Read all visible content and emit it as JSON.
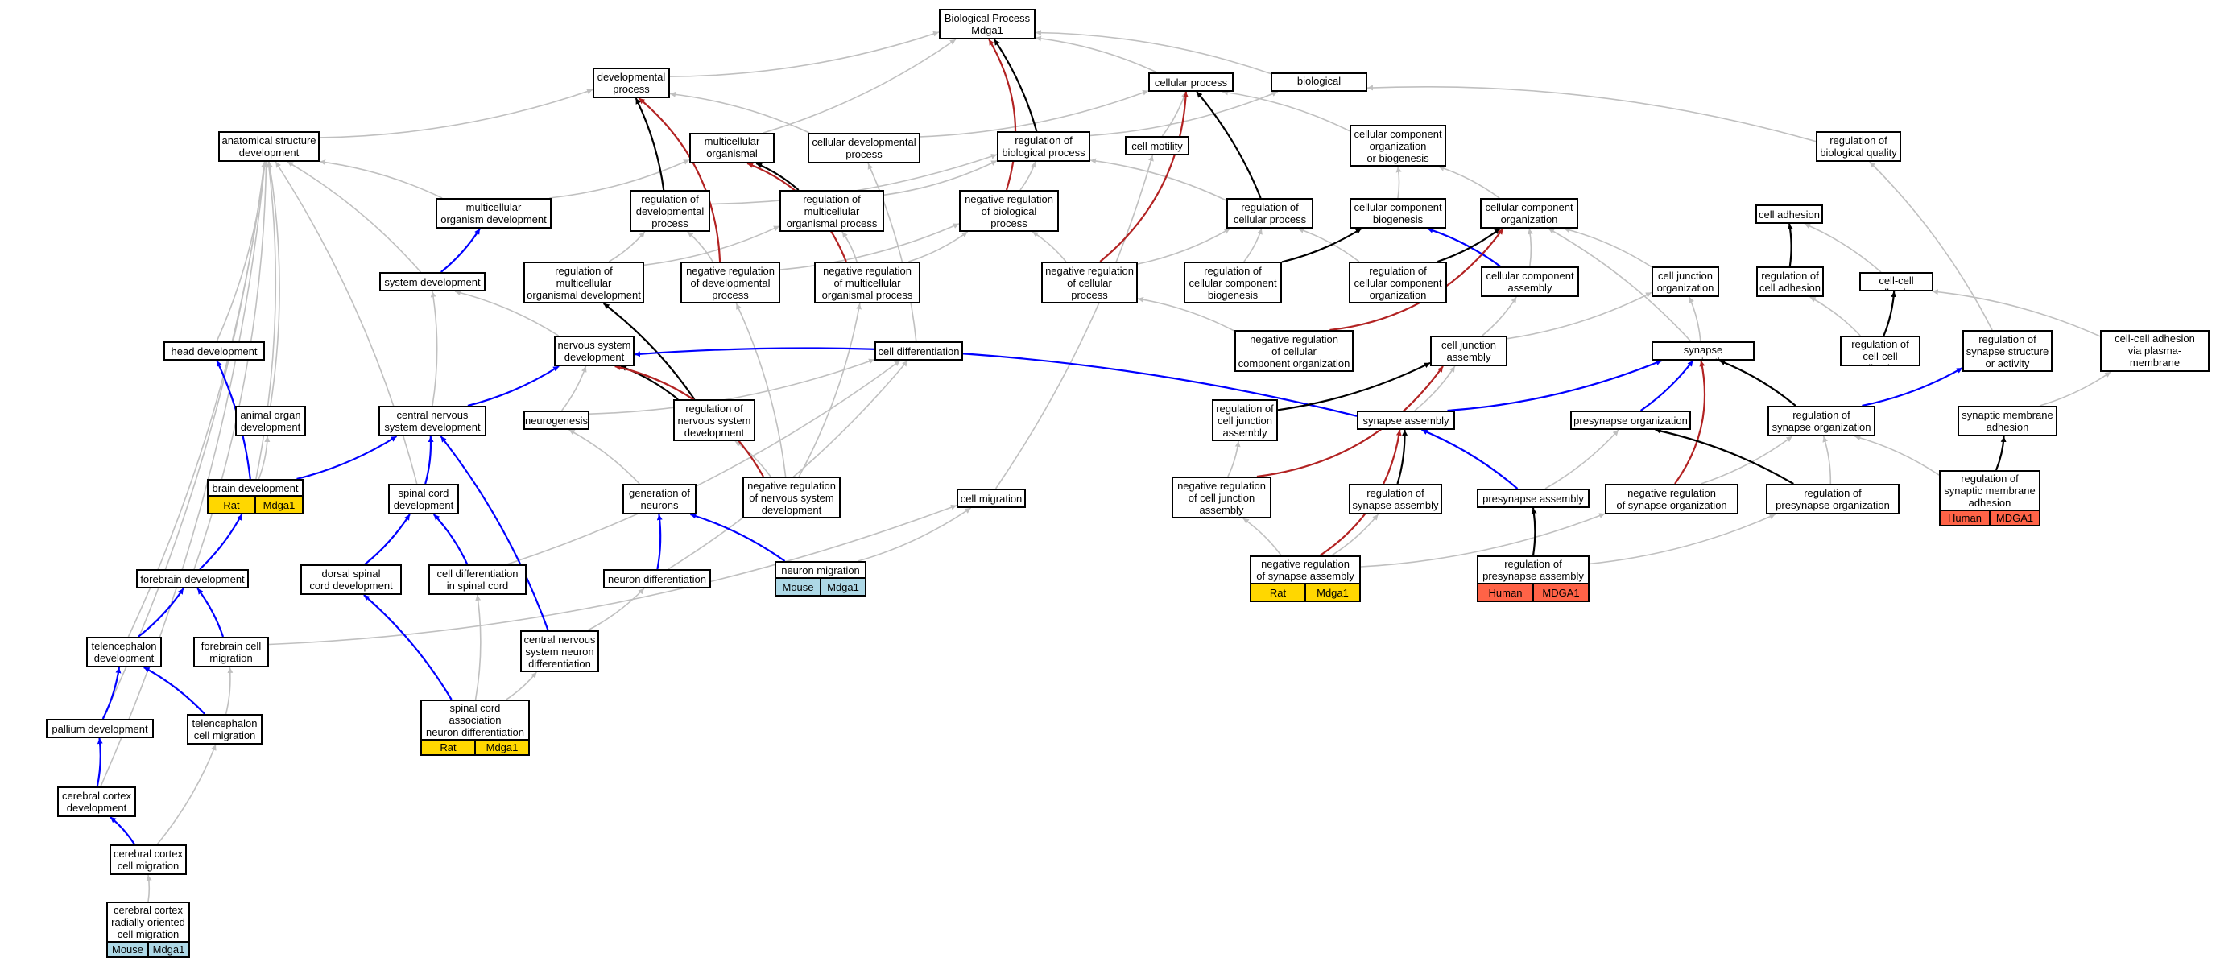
{
  "colors": {
    "gray": "#c0c0c0",
    "black": "#000000",
    "blue": "#0000ff",
    "red": "#b22222",
    "Rat": "#ffd700",
    "Mouse": "#add8e6",
    "Human": "#ff6347"
  },
  "nodes": [
    {
      "id": "bp",
      "text": "Biological Process\nMdga1"
    },
    {
      "id": "dp",
      "text": "developmental\nprocess"
    },
    {
      "id": "cp",
      "text": "cellular process"
    },
    {
      "id": "br",
      "text": "biological regulation"
    },
    {
      "id": "asd",
      "text": "anatomical structure\ndevelopment"
    },
    {
      "id": "mop",
      "text": "multicellular\norganismal process"
    },
    {
      "id": "cdp",
      "text": "cellular developmental\nprocess"
    },
    {
      "id": "rbp",
      "text": "regulation of\nbiological process"
    },
    {
      "id": "cm",
      "text": "cell motility"
    },
    {
      "id": "ccob",
      "text": "cellular component\norganization\nor biogenesis"
    },
    {
      "id": "rbq",
      "text": "regulation of\nbiological quality"
    },
    {
      "id": "mod",
      "text": "multicellular\norganism development"
    },
    {
      "id": "rdp",
      "text": "regulation of\ndevelopmental\nprocess"
    },
    {
      "id": "rmop",
      "text": "regulation of\nmulticellular\norganismal process"
    },
    {
      "id": "nrbp",
      "text": "negative regulation\nof biological\nprocess"
    },
    {
      "id": "rcp",
      "text": "regulation of\ncellular process"
    },
    {
      "id": "ccb",
      "text": "cellular component\nbiogenesis"
    },
    {
      "id": "cco",
      "text": "cellular component\norganization"
    },
    {
      "id": "ca",
      "text": "cell adhesion"
    },
    {
      "id": "sd",
      "text": "system development"
    },
    {
      "id": "rmod",
      "text": "regulation of\nmulticellular\norganismal development"
    },
    {
      "id": "nrdp",
      "text": "negative regulation\nof developmental\nprocess"
    },
    {
      "id": "nrmop",
      "text": "negative regulation\nof multicellular\norganismal process"
    },
    {
      "id": "nrcp",
      "text": "negative regulation\nof cellular\nprocess"
    },
    {
      "id": "rccb",
      "text": "regulation of\ncellular component\nbiogenesis"
    },
    {
      "id": "rcco",
      "text": "regulation of\ncellular component\norganization"
    },
    {
      "id": "cca",
      "text": "cellular component\nassembly"
    },
    {
      "id": "cjo",
      "text": "cell junction\norganization"
    },
    {
      "id": "rca",
      "text": "regulation of\ncell adhesion"
    },
    {
      "id": "cca2",
      "text": "cell-cell adhesion"
    },
    {
      "id": "hd",
      "text": "head development"
    },
    {
      "id": "nsd",
      "text": "nervous system\ndevelopment"
    },
    {
      "id": "cd",
      "text": "cell differentiation"
    },
    {
      "id": "nrcco",
      "text": "negative regulation\nof cellular\ncomponent organization"
    },
    {
      "id": "cja",
      "text": "cell junction\nassembly"
    },
    {
      "id": "so",
      "text": "synapse organization"
    },
    {
      "id": "rcca",
      "text": "regulation of\ncell-cell adhesion"
    },
    {
      "id": "rsso",
      "text": "regulation of\nsynapse structure\nor activity"
    },
    {
      "id": "ccapm",
      "text": "cell-cell adhesion\nvia plasma-membrane\nadhesion molecules"
    },
    {
      "id": "aod",
      "text": "animal organ\ndevelopment"
    },
    {
      "id": "cnsd",
      "text": "central nervous\nsystem development"
    },
    {
      "id": "ng",
      "text": "neurogenesis"
    },
    {
      "id": "rnsd",
      "text": "regulation of\nnervous system\ndevelopment"
    },
    {
      "id": "rcja",
      "text": "regulation of\ncell junction\nassembly"
    },
    {
      "id": "sa",
      "text": "synapse assembly"
    },
    {
      "id": "po",
      "text": "presynapse organization"
    },
    {
      "id": "rso",
      "text": "regulation of\nsynapse organization"
    },
    {
      "id": "sma",
      "text": "synaptic membrane\nadhesion"
    },
    {
      "id": "brd",
      "text": "brain development",
      "ann": [
        {
          "label": "Rat",
          "color": "#ffd700"
        },
        {
          "label": "Mdga1",
          "color": "#ffd700"
        }
      ]
    },
    {
      "id": "scd",
      "text": "spinal cord\ndevelopment"
    },
    {
      "id": "gon",
      "text": "generation of\nneurons"
    },
    {
      "id": "nrnsd",
      "text": "negative regulation\nof nervous system\ndevelopment"
    },
    {
      "id": "cmig",
      "text": "cell migration"
    },
    {
      "id": "nrcja",
      "text": "negative regulation\nof cell junction\nassembly"
    },
    {
      "id": "rsa",
      "text": "regulation of\nsynapse assembly"
    },
    {
      "id": "pa",
      "text": "presynapse assembly"
    },
    {
      "id": "nrso",
      "text": "negative regulation\nof synapse organization"
    },
    {
      "id": "rpo",
      "text": "regulation of\npresynapse organization"
    },
    {
      "id": "rsma",
      "text": "regulation of\nsynaptic membrane\nadhesion",
      "ann": [
        {
          "label": "Human",
          "color": "#ff6347"
        },
        {
          "label": "MDGA1",
          "color": "#ff6347"
        }
      ]
    },
    {
      "id": "fd",
      "text": "forebrain development"
    },
    {
      "id": "dscd",
      "text": "dorsal spinal\ncord development"
    },
    {
      "id": "cdsc",
      "text": "cell differentiation\nin spinal cord"
    },
    {
      "id": "nd",
      "text": "neuron differentiation"
    },
    {
      "id": "nm",
      "text": "neuron migration",
      "ann": [
        {
          "label": "Mouse",
          "color": "#add8e6"
        },
        {
          "label": "Mdga1",
          "color": "#add8e6"
        }
      ]
    },
    {
      "id": "nrsa",
      "text": "negative regulation\nof synapse assembly",
      "ann": [
        {
          "label": "Rat",
          "color": "#ffd700"
        },
        {
          "label": "Mdga1",
          "color": "#ffd700"
        }
      ]
    },
    {
      "id": "rpa",
      "text": "regulation of\npresynapse assembly",
      "ann": [
        {
          "label": "Human",
          "color": "#ff6347"
        },
        {
          "label": "MDGA1",
          "color": "#ff6347"
        }
      ]
    },
    {
      "id": "td",
      "text": "telencephalon\ndevelopment"
    },
    {
      "id": "fcm",
      "text": "forebrain cell\nmigration"
    },
    {
      "id": "cnsnd",
      "text": "central nervous\nsystem neuron\ndifferentiation"
    },
    {
      "id": "pd",
      "text": "pallium development"
    },
    {
      "id": "tcm",
      "text": "telencephalon\ncell migration"
    },
    {
      "id": "scand",
      "text": "spinal cord\nassociation\nneuron differentiation",
      "ann": [
        {
          "label": "Rat",
          "color": "#ffd700"
        },
        {
          "label": "Mdga1",
          "color": "#ffd700"
        }
      ]
    },
    {
      "id": "ccd",
      "text": "cerebral cortex\ndevelopment"
    },
    {
      "id": "cccm",
      "text": "cerebral cortex\ncell migration"
    },
    {
      "id": "ccrocm",
      "text": "cerebral cortex\nradially oriented\ncell migration",
      "ann": [
        {
          "label": "Mouse",
          "color": "#add8e6"
        },
        {
          "label": "Mdga1",
          "color": "#add8e6"
        }
      ]
    }
  ],
  "edges": [
    [
      "dp",
      "bp",
      "gray"
    ],
    [
      "cp",
      "bp",
      "gray"
    ],
    [
      "br",
      "bp",
      "gray"
    ],
    [
      "mop",
      "bp",
      "gray"
    ],
    [
      "rbp",
      "bp",
      "black"
    ],
    [
      "nrbp",
      "bp",
      "red"
    ],
    [
      "asd",
      "dp",
      "gray"
    ],
    [
      "cdp",
      "dp",
      "gray"
    ],
    [
      "rdp",
      "dp",
      "black"
    ],
    [
      "nrdp",
      "dp",
      "red"
    ],
    [
      "cdp",
      "cp",
      "gray"
    ],
    [
      "cm",
      "cp",
      "gray"
    ],
    [
      "rcp",
      "cp",
      "black"
    ],
    [
      "nrcp",
      "cp",
      "red"
    ],
    [
      "ccob",
      "cp",
      "gray"
    ],
    [
      "rbq",
      "br",
      "gray"
    ],
    [
      "rbp",
      "br",
      "gray"
    ],
    [
      "mod",
      "asd",
      "gray"
    ],
    [
      "sd",
      "asd",
      "gray"
    ],
    [
      "hd",
      "asd",
      "gray"
    ],
    [
      "aod",
      "asd",
      "gray"
    ],
    [
      "brd",
      "asd",
      "gray"
    ],
    [
      "scd",
      "asd",
      "gray"
    ],
    [
      "fd",
      "asd",
      "gray"
    ],
    [
      "td",
      "asd",
      "gray"
    ],
    [
      "pd",
      "asd",
      "gray"
    ],
    [
      "ccd",
      "asd",
      "gray"
    ],
    [
      "mod",
      "mop",
      "gray"
    ],
    [
      "rmop",
      "mop",
      "black"
    ],
    [
      "nrmop",
      "mop",
      "red"
    ],
    [
      "cd",
      "cdp",
      "gray"
    ],
    [
      "rdp",
      "rbp",
      "gray"
    ],
    [
      "rmop",
      "rbp",
      "gray"
    ],
    [
      "nrbp",
      "rbp",
      "gray"
    ],
    [
      "rcp",
      "rbp",
      "gray"
    ],
    [
      "cmig",
      "cm",
      "gray"
    ],
    [
      "ccb",
      "ccob",
      "gray"
    ],
    [
      "cco",
      "ccob",
      "gray"
    ],
    [
      "rsso",
      "rbq",
      "gray"
    ],
    [
      "sd",
      "mod",
      "blue"
    ],
    [
      "rmod",
      "rdp",
      "gray"
    ],
    [
      "nrdp",
      "rdp",
      "gray"
    ],
    [
      "rmod",
      "rmop",
      "gray"
    ],
    [
      "nrmop",
      "rmop",
      "gray"
    ],
    [
      "nrdp",
      "nrbp",
      "gray"
    ],
    [
      "nrmop",
      "nrbp",
      "gray"
    ],
    [
      "nrcp",
      "nrbp",
      "gray"
    ],
    [
      "rccb",
      "rcp",
      "gray"
    ],
    [
      "rcco",
      "rcp",
      "gray"
    ],
    [
      "nrcp",
      "rcp",
      "gray"
    ],
    [
      "cca",
      "ccb",
      "blue"
    ],
    [
      "rccb",
      "ccb",
      "black"
    ],
    [
      "cca",
      "cco",
      "gray"
    ],
    [
      "rcco",
      "cco",
      "black"
    ],
    [
      "nrcco",
      "cco",
      "red"
    ],
    [
      "cjo",
      "cco",
      "gray"
    ],
    [
      "so",
      "cco",
      "gray"
    ],
    [
      "rca",
      "ca",
      "black"
    ],
    [
      "cca2",
      "ca",
      "gray"
    ],
    [
      "nsd",
      "sd",
      "gray"
    ],
    [
      "cnsd",
      "sd",
      "gray"
    ],
    [
      "rnsd",
      "rmod",
      "black"
    ],
    [
      "nrnsd",
      "nrdp",
      "gray"
    ],
    [
      "nrnsd",
      "nrmop",
      "gray"
    ],
    [
      "nrcco",
      "nrcp",
      "gray"
    ],
    [
      "cja",
      "cca",
      "gray"
    ],
    [
      "cja",
      "cjo",
      "gray"
    ],
    [
      "so",
      "cjo",
      "gray"
    ],
    [
      "rcca",
      "rca",
      "gray"
    ],
    [
      "rcca",
      "cca2",
      "black"
    ],
    [
      "ccapm",
      "cca2",
      "gray"
    ],
    [
      "brd",
      "hd",
      "blue"
    ],
    [
      "cnsd",
      "nsd",
      "blue"
    ],
    [
      "ng",
      "nsd",
      "gray"
    ],
    [
      "rnsd",
      "nsd",
      "black"
    ],
    [
      "nrnsd",
      "nsd",
      "red"
    ],
    [
      "sa",
      "nsd",
      "blue"
    ],
    [
      "ng",
      "cd",
      "gray"
    ],
    [
      "cdsc",
      "cd",
      "gray"
    ],
    [
      "nd",
      "cd",
      "gray"
    ],
    [
      "rcja",
      "cja",
      "black"
    ],
    [
      "nrcja",
      "cja",
      "red"
    ],
    [
      "sa",
      "cja",
      "gray"
    ],
    [
      "sa",
      "so",
      "blue"
    ],
    [
      "po",
      "so",
      "blue"
    ],
    [
      "rso",
      "so",
      "black"
    ],
    [
      "nrso",
      "so",
      "red"
    ],
    [
      "rso",
      "rsso",
      "blue"
    ],
    [
      "sma",
      "ccapm",
      "gray"
    ],
    [
      "brd",
      "aod",
      "gray"
    ],
    [
      "scd",
      "cnsd",
      "blue"
    ],
    [
      "brd",
      "cnsd",
      "blue"
    ],
    [
      "cnsnd",
      "cnsd",
      "blue"
    ],
    [
      "gon",
      "ng",
      "gray"
    ],
    [
      "nrnsd",
      "rnsd",
      "gray"
    ],
    [
      "nrcja",
      "rcja",
      "gray"
    ],
    [
      "rsa",
      "sa",
      "black"
    ],
    [
      "pa",
      "sa",
      "blue"
    ],
    [
      "pa",
      "po",
      "gray"
    ],
    [
      "rpo",
      "po",
      "black"
    ],
    [
      "nrso",
      "rso",
      "gray"
    ],
    [
      "rpo",
      "rso",
      "gray"
    ],
    [
      "rsma",
      "rso",
      "gray"
    ],
    [
      "rsma",
      "sma",
      "black"
    ],
    [
      "fd",
      "brd",
      "blue"
    ],
    [
      "dscd",
      "scd",
      "blue"
    ],
    [
      "cdsc",
      "scd",
      "blue"
    ],
    [
      "nd",
      "gon",
      "blue"
    ],
    [
      "nm",
      "gon",
      "blue"
    ],
    [
      "nrsa",
      "rsa",
      "gray"
    ],
    [
      "nrsa",
      "nrso",
      "gray"
    ],
    [
      "rpa",
      "rpo",
      "gray"
    ],
    [
      "rpa",
      "pa",
      "black"
    ],
    [
      "td",
      "fd",
      "blue"
    ],
    [
      "fcm",
      "fd",
      "blue"
    ],
    [
      "cnsnd",
      "nd",
      "gray"
    ],
    [
      "nrsa",
      "nrcja",
      "gray"
    ],
    [
      "nrsa",
      "sa",
      "red"
    ],
    [
      "pd",
      "td",
      "blue"
    ],
    [
      "tcm",
      "td",
      "blue"
    ],
    [
      "tcm",
      "fcm",
      "gray"
    ],
    [
      "scand",
      "dscd",
      "blue"
    ],
    [
      "scand",
      "cdsc",
      "gray"
    ],
    [
      "scand",
      "cnsnd",
      "gray"
    ],
    [
      "ccd",
      "pd",
      "blue"
    ],
    [
      "cccm",
      "ccd",
      "blue"
    ],
    [
      "cccm",
      "tcm",
      "gray"
    ],
    [
      "ccrocm",
      "cccm",
      "gray"
    ],
    [
      "fcm",
      "cmig",
      "gray"
    ],
    [
      "nm",
      "cmig",
      "gray"
    ]
  ]
}
